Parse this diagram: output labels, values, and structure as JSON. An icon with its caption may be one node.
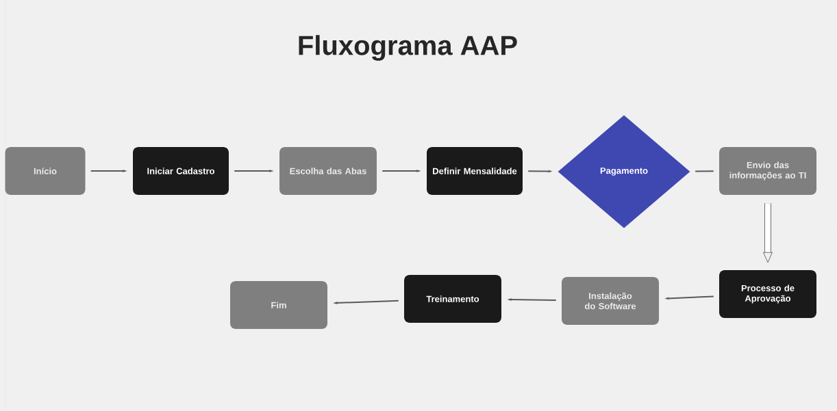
{
  "diagram": {
    "title": "Fluxograma AAP",
    "nodes": [
      {
        "text": [
          "Início"
        ]
      },
      {
        "text": [
          "Iniciar Cadastro"
        ]
      },
      {
        "text": [
          "Escolha das Abas"
        ]
      },
      {
        "text": [
          "Definir Mensalidade"
        ]
      },
      {
        "text": [
          "Pagamento"
        ]
      },
      {
        "text": [
          "Envio das informações ao TI"
        ]
      },
      {
        "text": [
          "Processo de Aprovação"
        ]
      },
      {
        "text": [
          "Instalação do Software"
        ]
      },
      {
        "text": [
          "Treinamento"
        ]
      },
      {
        "text": [
          "Fim"
        ]
      }
    ],
    "edges": [
      {
        "from": 0,
        "to": 1,
        "arrow": "to"
      },
      {
        "from": 1,
        "to": 2,
        "arrow": "to"
      },
      {
        "from": 2,
        "to": 3,
        "arrow": "to"
      },
      {
        "from": 3,
        "to": 4,
        "arrow": "to"
      },
      {
        "from": 4,
        "to": 5,
        "arrow": "none"
      },
      {
        "from": 5,
        "to": 6,
        "arrow": "to",
        "style": "thick"
      },
      {
        "from": 6,
        "to": 7,
        "arrow": "to"
      },
      {
        "from": 7,
        "to": 8,
        "arrow": "to"
      },
      {
        "from": 8,
        "to": 9,
        "arrow": "to"
      }
    ]
  }
}
